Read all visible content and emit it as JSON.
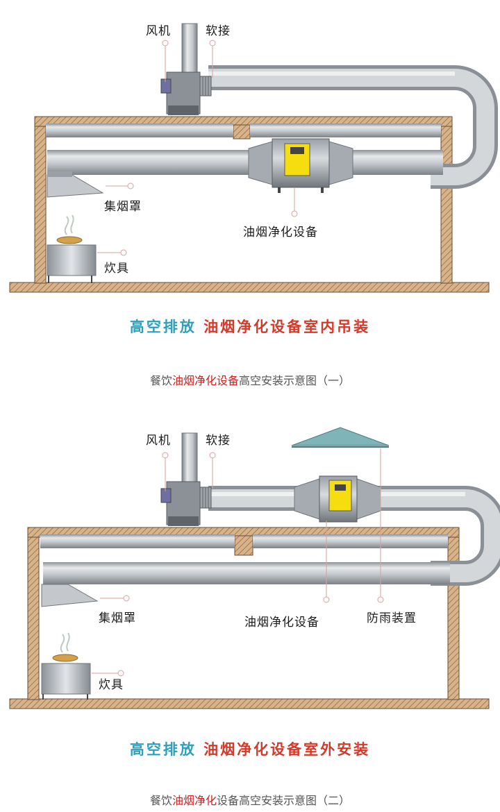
{
  "colors": {
    "wall_hatch": "#c9a079",
    "wall_line": "#6b4c33",
    "duct": "#c4c8cc",
    "purifier_panel": "#f5dd10",
    "heading_blue": "#2e9fb8",
    "heading_red": "#d23a2a",
    "caption_red": "#cc1f1f",
    "leader": "#d9a0a0"
  },
  "diagram1": {
    "labels": {
      "fan": "风机",
      "soft_joint": "软接",
      "hood": "集烟罩",
      "purifier": "油烟净化设备",
      "stove": "炊具"
    },
    "heading_part1": "高空排放",
    "heading_part2": "油烟净化设备室内吊装",
    "caption_prefix": "餐饮",
    "caption_highlight": "油烟净化设备",
    "caption_suffix": "高空安装示意图（一）"
  },
  "diagram2": {
    "labels": {
      "fan": "风机",
      "soft_joint": "软接",
      "hood": "集烟罩",
      "purifier": "油烟净化设备",
      "rain_cover": "防雨装置",
      "stove": "炊具"
    },
    "heading_part1": "高空排放",
    "heading_part2": "油烟净化设备室外安装",
    "caption_prefix": "餐饮",
    "caption_highlight": "油烟净化",
    "caption_suffix": "设备高空安装示意图（二）"
  }
}
